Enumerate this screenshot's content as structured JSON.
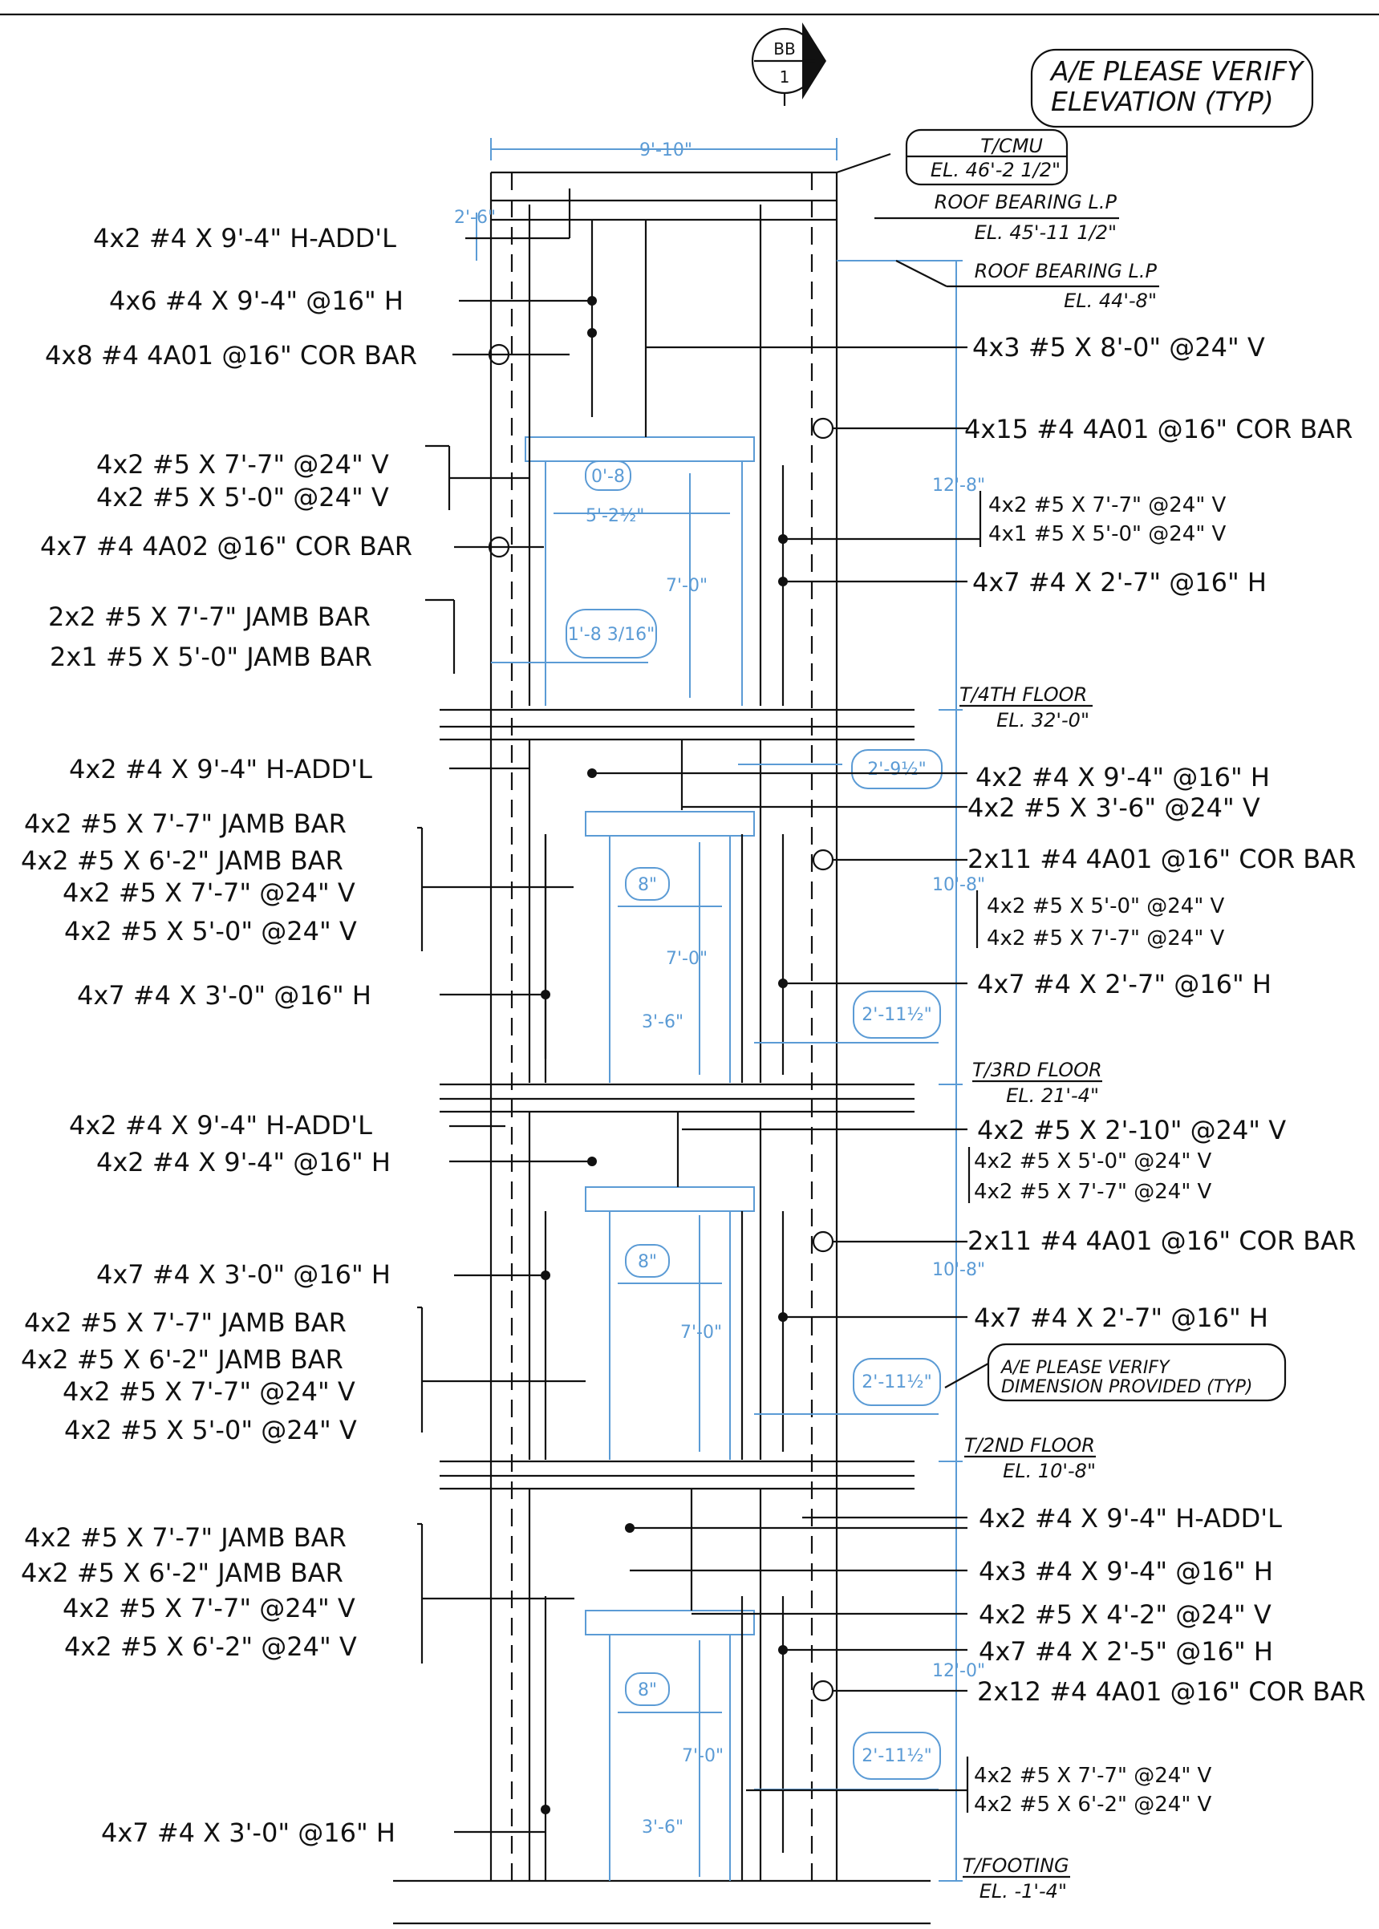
{
  "section_marker": {
    "top": "BB",
    "bottom": "1"
  },
  "notes": {
    "verify_elevation": [
      "A/E PLEASE VERIFY",
      "ELEVATION (TYP)"
    ],
    "verify_dimension": [
      "A/E PLEASE VERIFY",
      "DIMENSION PROVIDED (TYP)"
    ]
  },
  "elevations": {
    "tcmu": {
      "name": "T/CMU",
      "el": "EL. 46'-2 1/2\""
    },
    "roof1": {
      "name": "ROOF BEARING L.P",
      "el": "EL. 45'-11 1/2\""
    },
    "roof2": {
      "name": "ROOF BEARING L.P",
      "el": "EL. 44'-8\""
    },
    "fourth": {
      "name": "T/4TH FLOOR",
      "el": "EL. 32'-0\""
    },
    "third": {
      "name": "T/3RD FLOOR",
      "el": "EL. 21'-4\""
    },
    "second": {
      "name": "T/2ND FLOOR",
      "el": "EL. 10'-8\""
    },
    "footing": {
      "name": "T/FOOTING",
      "el": "EL. -1'-4\""
    }
  },
  "dims": {
    "width": "9'-10\"",
    "top_2_6": "2'-6\"",
    "h4": "12'-8\"",
    "h3": "10'-8\"",
    "h2": "10'-8\"",
    "h1": "12'-0\"",
    "w4": "5'-2½\"",
    "c4a": "0'-8",
    "c4b": "1'-8 3/16\"",
    "d4": "7'-0\"",
    "c3": "8\"",
    "d3": "7'-0\"",
    "w3": "3'-6\"",
    "c3b": "2'-9½\"",
    "c3c": "2'-11½\"",
    "c2": "8\"",
    "d2": "7'-0\"",
    "c2b": "2'-11½\"",
    "c1": "8\"",
    "d1": "7'-0\"",
    "w1": "3'-6\"",
    "c1b": "2'-11½\""
  },
  "left_labels": {
    "l1": "4x2  #4  X  9'-4\"   H-ADD'L",
    "l2": "4x6  #4  X  9'-4\"  @16\"  H",
    "l3": "4x8  #4  4A01  @16\"  COR  BAR",
    "l4": "4x2  #5  X  7'-7\"  @24\"  V",
    "l5": "4x2  #5  X  5'-0\"  @24\"  V",
    "l6": "4x7  #4  4A02  @16\"  COR  BAR",
    "l7": "2x2  #5  X  7'-7\"    JAMB  BAR",
    "l8": "2x1  #5  X  5'-0\"    JAMB  BAR",
    "l9": "4x2  #4  X  9'-4\"   H-ADD'L",
    "l10": "4x2  #5  X  7'-7\"    JAMB  BAR",
    "l11": "4x2  #5  X  6'-2\"    JAMB  BAR",
    "l12": "4x2  #5  X  7'-7\"  @24\"  V",
    "l13": "4x2  #5  X  5'-0\"  @24\"  V",
    "l14": "4x7  #4  X  3'-0\"  @16\"  H",
    "l15": "4x2  #4  X  9'-4\"   H-ADD'L",
    "l16": "4x2  #4  X  9'-4\"  @16\"  H",
    "l17": "4x7  #4  X  3'-0\"  @16\"  H",
    "l18": "4x2  #5  X  7'-7\"    JAMB  BAR",
    "l19": "4x2  #5  X  6'-2\"    JAMB  BAR",
    "l20": "4x2  #5  X  7'-7\"  @24\"  V",
    "l21": "4x2  #5  X  5'-0\"  @24\"  V",
    "l22": "4x2  #5  X  7'-7\"    JAMB  BAR",
    "l23": "4x2  #5  X  6'-2\"    JAMB  BAR",
    "l24": "4x2  #5  X  7'-7\"  @24\"  V",
    "l25": "4x2  #5  X  6'-2\"  @24\"  V",
    "l26": "4x7  #4  X  3'-0\"  @16\"  H"
  },
  "right_labels": {
    "r1": "4x3  #5  X  8'-0\"  @24\"  V",
    "r2": "4x15  #4  4A01  @16\"  COR  BAR",
    "r3": "4x2  #5 X 7'-7\" @24\" V",
    "r4": "4x1  #5 X 5'-0\" @24\" V",
    "r5": "4x7  #4  X  2'-7\"  @16\"  H",
    "r6": "4x2  #4  X  9'-4\"  @16\"  H",
    "r7": "4x2  #5  X  3'-6\"  @24\"  V",
    "r8": "2x11  #4  4A01  @16\"  COR  BAR",
    "r9": "4x2  #5 X 5'-0\" @24\" V",
    "r10": "4x2  #5 X 7'-7\" @24\" V",
    "r11": "4x7  #4  X  2'-7\"  @16\"  H",
    "r12": "4x2  #5  X  2'-10\"  @24\"  V",
    "r13": "4x2  #5 X 5'-0\" @24\" V",
    "r14": "4x2  #5 X 7'-7\" @24\" V",
    "r15": "2x11  #4  4A01  @16\"  COR  BAR",
    "r16": "4x7  #4  X  2'-7\"  @16\"  H",
    "r17": "4x2  #4  X  9'-4\"   H-ADD'L",
    "r18": "4x3  #4  X  9'-4\"  @16\"  H",
    "r19": "4x2  #5  X  4'-2\"  @24\"  V",
    "r20": "4x7  #4  X  2'-5\"  @16\"  H",
    "r21": "2x12  #4  4A01  @16\"  COR  BAR",
    "r22": "4x2  #5 X 7'-7\" @24\" V",
    "r23": "4x2  #5 X 6'-2\" @24\" V"
  }
}
